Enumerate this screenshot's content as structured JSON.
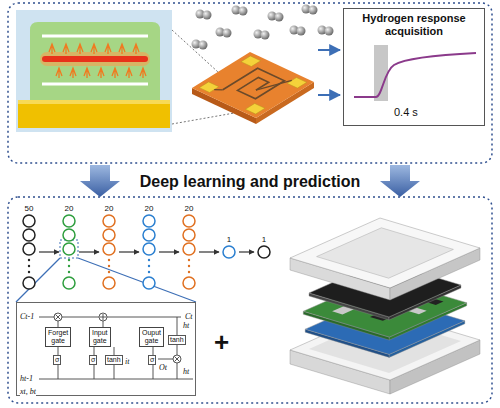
{
  "diagram": {
    "nodes": [
      {
        "text": [
          "Hydrogen response acquisition",
          "0.4 s"
        ]
      },
      {
        "text": [
          "50"
        ]
      },
      {
        "text": [
          "20"
        ]
      },
      {
        "text": [
          "20"
        ]
      },
      {
        "text": [
          "20"
        ]
      },
      {
        "text": [
          "20"
        ]
      },
      {
        "text": [
          "1"
        ]
      },
      {
        "text": [
          "1"
        ]
      },
      {
        "text": [
          "Ct-1",
          "Ct",
          "ht-1",
          "ht",
          "xt, bt"
        ]
      },
      {
        "text": [
          "Forget gate"
        ],
        "in": 8
      },
      {
        "text": [
          "Input gate"
        ],
        "in": 8
      },
      {
        "text": [
          "Ouput gate"
        ],
        "in": 8
      }
    ],
    "edges": [
      {
        "from": 1,
        "to": 2,
        "arrow": "to"
      },
      {
        "from": 2,
        "to": 3,
        "arrow": "to"
      },
      {
        "from": 3,
        "to": 4,
        "arrow": "to"
      },
      {
        "from": 4,
        "to": 5,
        "arrow": "to"
      },
      {
        "from": 5,
        "to": 6,
        "arrow": "to"
      },
      {
        "from": 6,
        "to": 7,
        "arrow": "to"
      }
    ],
    "labels": [
      "Deep learning and prediction",
      "σ",
      "σ",
      "tanh",
      "σ",
      "tanh",
      "it",
      "Ot",
      "ht",
      "+"
    ]
  }
}
